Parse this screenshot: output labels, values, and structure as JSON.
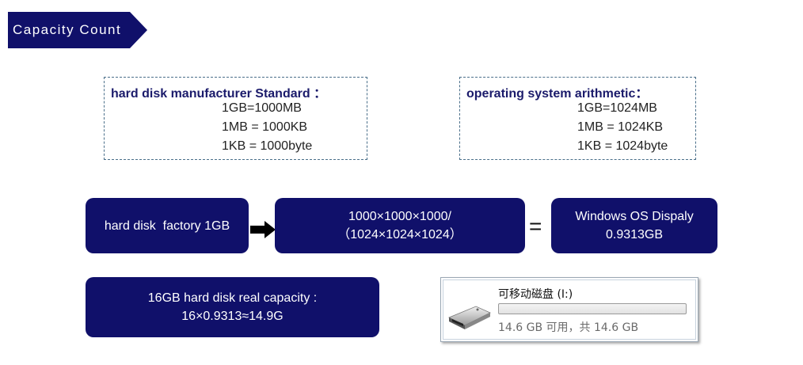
{
  "header": {
    "title": "Capacity Count"
  },
  "manufacturer": {
    "title": "hard disk manufacturer Standard ：",
    "lines": [
      "1GB=1000MB",
      "1MB = 1000KB",
      "1KB = 1000byte"
    ]
  },
  "os": {
    "title": "operating system arithmetic：",
    "lines": [
      "1GB=1024MB",
      "1MB = 1024KB",
      "1KB = 1024byte"
    ]
  },
  "flow": {
    "factory": "hard disk  factory 1GB",
    "formula_line1": "1000×1000×1000/",
    "formula_line2": "（1024×1024×1024）",
    "equals": "=",
    "result_line1": "Windows OS Dispaly",
    "result_line2": "0.9313GB"
  },
  "real_capacity": {
    "line1": "16GB hard disk real capacity :",
    "line2": "16×0.9313≈14.9G"
  },
  "drive": {
    "icon": "removable-drive-icon",
    "name": "可移动磁盘 (I:)",
    "used_fraction": 0.0,
    "info": "14.6 GB 可用，共 14.6 GB"
  },
  "colors": {
    "navy": "#10106a",
    "dash_border": "#4a6f8a",
    "title_text": "#1b1b6b"
  }
}
